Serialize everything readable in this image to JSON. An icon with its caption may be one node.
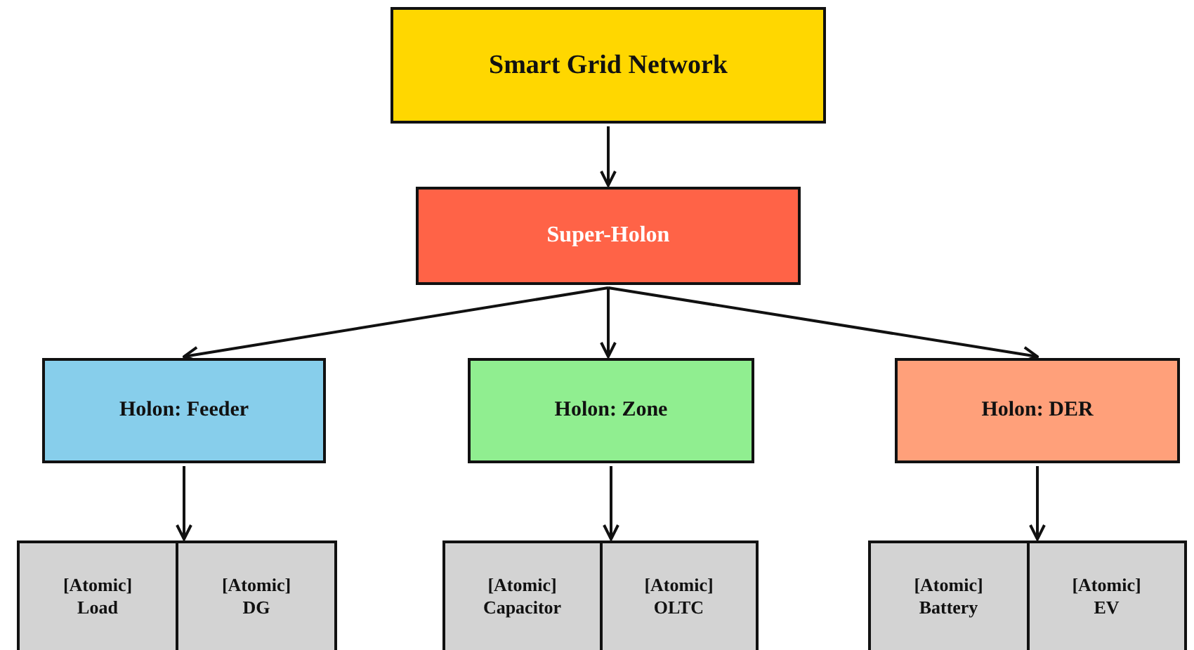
{
  "diagram": {
    "nodes": [
      {
        "text": [
          "Smart Grid Network"
        ]
      },
      {
        "text": [
          "Super-Holon"
        ]
      },
      {
        "text": [
          "Holon: Feeder"
        ]
      },
      {
        "text": [
          "Holon: Zone"
        ]
      },
      {
        "text": [
          "Holon: DER"
        ]
      },
      {
        "text": [],
        "shape": "box"
      },
      {
        "text": [
          "[Atomic] Load"
        ],
        "in": 5
      },
      {
        "text": [
          "[Atomic] DG"
        ],
        "in": 5
      },
      {
        "text": [],
        "shape": "box"
      },
      {
        "text": [
          "[Atomic] Capacitor"
        ],
        "in": 8
      },
      {
        "text": [
          "[Atomic] OLTC"
        ],
        "in": 8
      },
      {
        "text": [],
        "shape": "box"
      },
      {
        "text": [
          "[Atomic] Battery"
        ],
        "in": 11
      },
      {
        "text": [
          "[Atomic] EV"
        ],
        "in": 11
      }
    ],
    "edges": [
      {
        "from": 0,
        "to": 1,
        "arrow": "to"
      },
      {
        "from": 1,
        "to": 2,
        "arrow": "to"
      },
      {
        "from": 1,
        "to": 3,
        "arrow": "to"
      },
      {
        "from": 1,
        "to": 4,
        "arrow": "to"
      },
      {
        "from": 2,
        "to": 5,
        "arrow": "to"
      },
      {
        "from": 3,
        "to": 8,
        "arrow": "to"
      },
      {
        "from": 4,
        "to": 11,
        "arrow": "to"
      }
    ]
  }
}
